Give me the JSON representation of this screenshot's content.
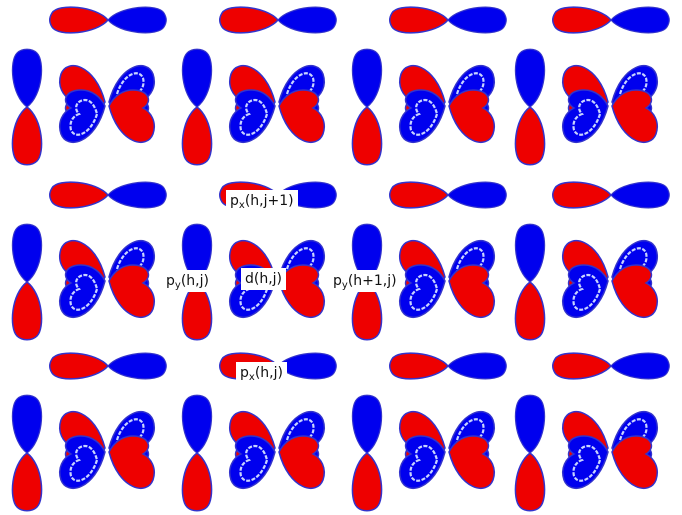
{
  "colors": {
    "positive_lobe": "#ee0000",
    "negative_lobe": "#0000ee",
    "lobe_outline": "#3333cc",
    "inner_ring": "#c8d4ff",
    "background": "#ffffff"
  },
  "labels": {
    "px_upper": {
      "sym": "p",
      "sub": "x",
      "args": "(h,j+1)"
    },
    "py_left": {
      "sym": "p",
      "sub": "y",
      "args": "(h,j)"
    },
    "d_center": {
      "text": "d(h,j)"
    },
    "py_right": {
      "sym": "p",
      "sub": "y",
      "args": "(h+1,j)"
    },
    "px_lower": {
      "sym": "p",
      "sub": "x",
      "args": "(h,j)"
    }
  }
}
